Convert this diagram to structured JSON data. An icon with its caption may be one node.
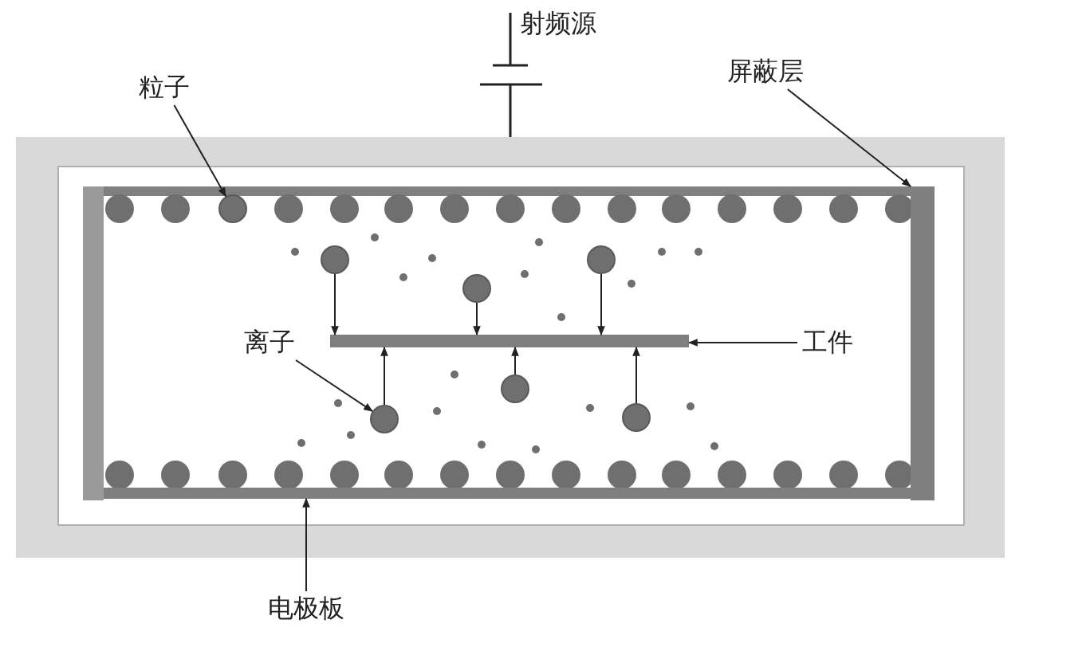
{
  "diagram": {
    "nodes": [
      {
        "text": [
          "粒子"
        ]
      },
      {
        "text": [
          "屏蔽层"
        ]
      },
      {
        "text": [],
        "shape": "circle"
      },
      {
        "text": [],
        "shape": "bar"
      },
      {
        "text": [],
        "shape": "circle"
      },
      {
        "text": [],
        "shape": "circle"
      },
      {
        "text": [],
        "shape": "circle"
      },
      {
        "text": [],
        "shape": "bar"
      },
      {
        "text": [
          "离子"
        ]
      },
      {
        "text": [
          "工件"
        ]
      },
      {
        "text": [],
        "shape": "circle"
      },
      {
        "text": [],
        "shape": "circle"
      },
      {
        "text": [],
        "shape": "circle"
      },
      {
        "text": [],
        "shape": "bar"
      },
      {
        "text": [
          "电极板"
        ]
      }
    ],
    "edges": [
      {
        "from": 0,
        "to": 2,
        "arrow": "to"
      },
      {
        "from": 1,
        "to": 3,
        "arrow": "to"
      },
      {
        "from": 4,
        "to": 7,
        "arrow": "to"
      },
      {
        "from": 5,
        "to": 7,
        "arrow": "to"
      },
      {
        "from": 6,
        "to": 7,
        "arrow": "to"
      },
      {
        "from": 10,
        "to": 7,
        "arrow": "to"
      },
      {
        "from": 11,
        "to": 7,
        "arrow": "to"
      },
      {
        "from": 12,
        "to": 7,
        "arrow": "to"
      },
      {
        "from": 8,
        "to": 11,
        "arrow": "to"
      },
      {
        "from": 9,
        "to": 7,
        "arrow": "to"
      },
      {
        "from": 14,
        "to": 13,
        "arrow": "to"
      }
    ],
    "labels": [
      "射频源"
    ]
  }
}
